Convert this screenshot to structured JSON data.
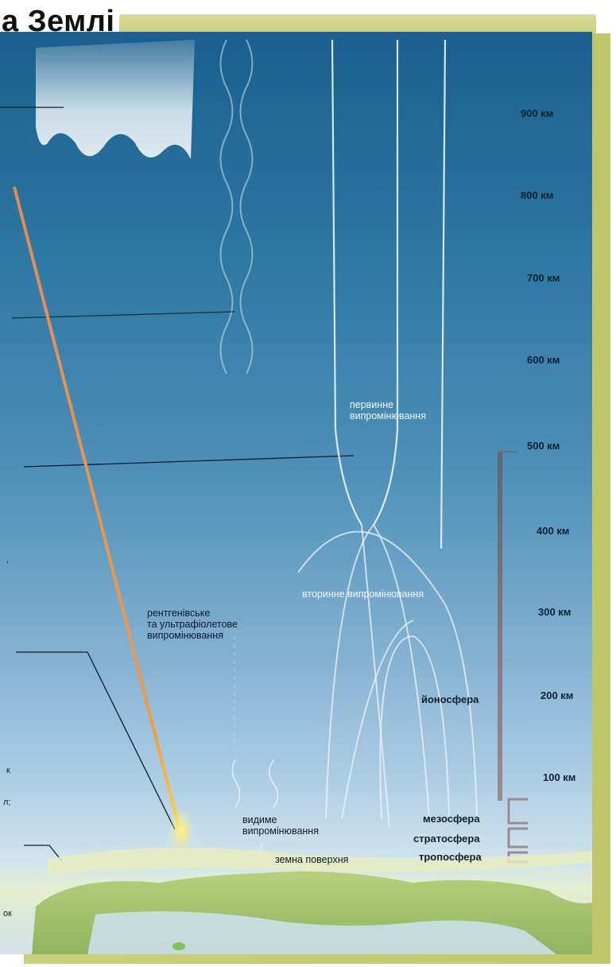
{
  "title": "а Землі",
  "altitude_labels": [
    "900 км",
    "800 км",
    "700 км",
    "600 км",
    "500 км",
    "400 км",
    "300 км",
    "200 км",
    "100 км"
  ],
  "radiation": {
    "primary": "первинне\nвипромінювання",
    "secondary": "вторинне випромінювання",
    "xray_uv": "рентгенівське\nта ультрафіолетове\nвипромінювання",
    "visible": "видиме\nвипромінювання"
  },
  "layers": {
    "ionosphere": "йоносфера",
    "mesosphere": "мезосфера",
    "stratosphere": "стратосфера",
    "troposphere": "тропосфера",
    "surface": "земна поверхня"
  },
  "left_fragments": [
    ",",
    "к",
    "л;",
    "ок"
  ],
  "colors": {
    "sky_top": "#1a5f8d",
    "sky_bottom": "#d2e4ee",
    "frame": "#c9cf7a",
    "ray": "#d98a5a",
    "ionosphere_bar": "#8a7f86"
  }
}
